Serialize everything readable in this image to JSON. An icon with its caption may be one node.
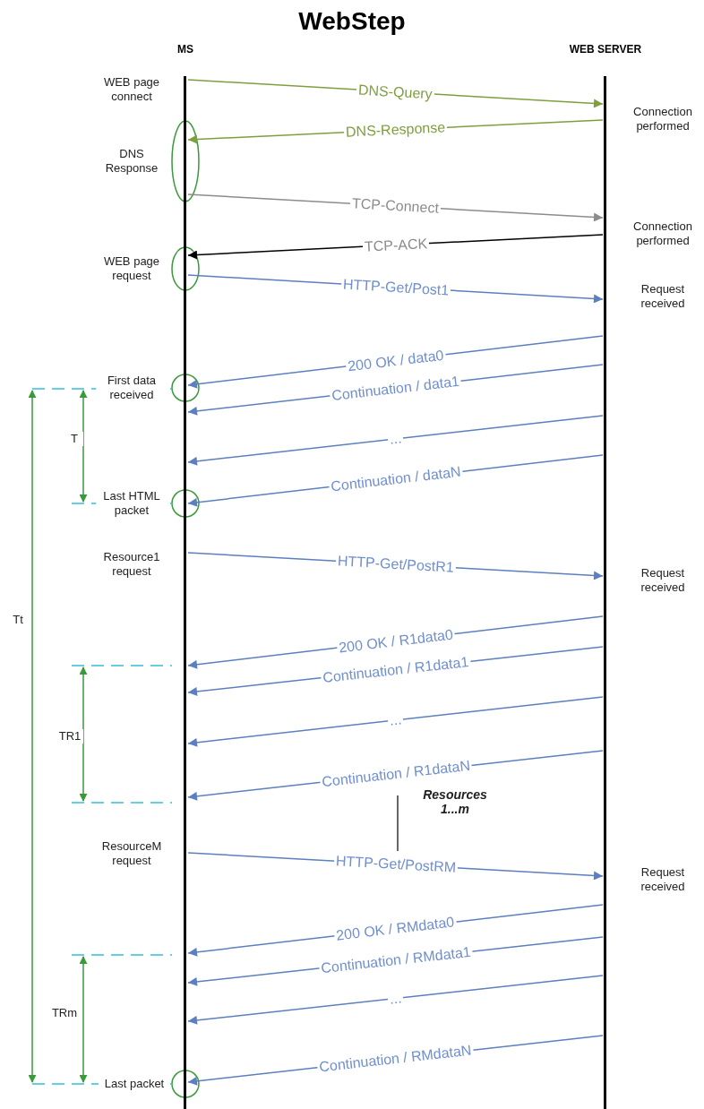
{
  "diagram": {
    "title": "WebStep",
    "nodes": [
      {
        "text": [
          "MS"
        ]
      },
      {
        "text": [
          "WEB SERVER"
        ]
      }
    ],
    "edges": [
      {
        "from": 0,
        "to": 1,
        "arrow": "to",
        "label": "DNS-Query",
        "color": "#7f9f3f"
      },
      {
        "from": 1,
        "to": 0,
        "arrow": "to",
        "label": "DNS-Response",
        "color": "#7f9f3f"
      },
      {
        "from": 0,
        "to": 1,
        "arrow": "to",
        "label": "TCP-Connect",
        "color": "#8c8c8c"
      },
      {
        "from": 1,
        "to": 0,
        "arrow": "to",
        "label": "TCP-ACK",
        "color": "#000000"
      },
      {
        "from": 0,
        "to": 1,
        "arrow": "to",
        "label": "HTTP-Get/Post1"
      },
      {
        "from": 1,
        "to": 0,
        "arrow": "to",
        "label": "200 OK / data0"
      },
      {
        "from": 1,
        "to": 0,
        "arrow": "to",
        "label": "Continuation / data1"
      },
      {
        "from": 1,
        "to": 0,
        "arrow": "to",
        "label": "..."
      },
      {
        "from": 1,
        "to": 0,
        "arrow": "to",
        "label": "Continuation / dataN"
      },
      {
        "from": 0,
        "to": 1,
        "arrow": "to",
        "label": "HTTP-Get/PostR1"
      },
      {
        "from": 1,
        "to": 0,
        "arrow": "to",
        "label": "200 OK / R1data0"
      },
      {
        "from": 1,
        "to": 0,
        "arrow": "to",
        "label": "Continuation / R1data1"
      },
      {
        "from": 1,
        "to": 0,
        "arrow": "to",
        "label": "..."
      },
      {
        "from": 1,
        "to": 0,
        "arrow": "to",
        "label": "Continuation / R1dataN"
      },
      {
        "from": 0,
        "to": 1,
        "arrow": "to",
        "label": "HTTP-Get/PostRM"
      },
      {
        "from": 1,
        "to": 0,
        "arrow": "to",
        "label": "200 OK / RMdata0"
      },
      {
        "from": 1,
        "to": 0,
        "arrow": "to",
        "label": "Continuation / RMdata1"
      },
      {
        "from": 1,
        "to": 0,
        "arrow": "to",
        "label": "..."
      },
      {
        "from": 1,
        "to": 0,
        "arrow": "to",
        "label": "Continuation / RMdataN"
      }
    ],
    "labels": [
      "WEB page connect",
      "Connection performed",
      "DNS Response",
      "Connection performed",
      "WEB page request",
      "Request received",
      "First data received",
      "T",
      "Last HTML packet",
      "Resource1 request",
      "Request received",
      "Tt",
      "TR1",
      "Resources 1...m",
      "ResourceM request",
      "Request received",
      "TRm",
      "Last packet"
    ]
  }
}
